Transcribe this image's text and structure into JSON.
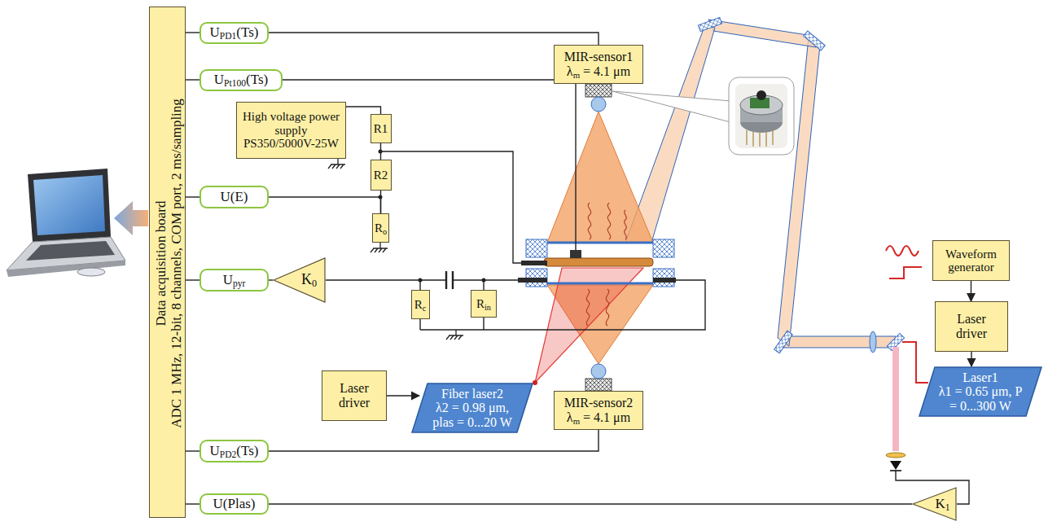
{
  "diagram": {
    "nodes": [
      {
        "text": [
          "Data acquisition board",
          "ADC 1 MHz, 12-bit, 8 channels, COM port, 2 ms/sampling"
        ]
      },
      {
        "text": [
          "UPD1(Ts)"
        ]
      },
      {
        "text": [
          "MIR-sensor1",
          "λm = 4.1 μm"
        ]
      },
      {
        "text": [
          "UPt100(Ts)"
        ]
      },
      {
        "text": [
          "High voltage power supply PS350/5000V-25W"
        ]
      },
      {
        "text": [
          "R1"
        ]
      },
      {
        "text": [
          "R2"
        ]
      },
      {
        "text": [
          "U(E)"
        ]
      },
      {
        "text": [
          "Ro"
        ]
      },
      {
        "text": [
          "Waveform generator"
        ]
      },
      {
        "text": [
          "Upyr"
        ]
      },
      {
        "text": [
          "K0"
        ]
      },
      {
        "text": [
          "Rc"
        ]
      },
      {
        "text": [
          "Rin"
        ]
      },
      {
        "text": [
          "Laser driver"
        ]
      },
      {
        "text": [
          "Laser driver"
        ]
      },
      {
        "text": [
          "Fiber laser2",
          "λ2 = 0.98 μm, plas = 0...20 W"
        ]
      },
      {
        "text": [
          "Laser1",
          "λ1 = 0.65 μm, P = 0...300 W"
        ]
      },
      {
        "text": [
          "MIR-sensor2",
          "λm = 4.1 μm"
        ]
      },
      {
        "text": [
          "UPD2(Ts)"
        ]
      },
      {
        "text": [
          "U(Plas)"
        ]
      },
      {
        "text": [
          "K1"
        ]
      }
    ],
    "edges": [
      {
        "from": 2,
        "to": 1,
        "arrow": "none"
      },
      {
        "from": 1,
        "to": 0,
        "arrow": "none"
      },
      {
        "from": 3,
        "to": 0,
        "arrow": "none"
      },
      {
        "from": 7,
        "to": 0,
        "arrow": "none"
      },
      {
        "from": 10,
        "to": 0,
        "arrow": "none"
      },
      {
        "from": 19,
        "to": 0,
        "arrow": "none"
      },
      {
        "from": 20,
        "to": 0,
        "arrow": "none"
      },
      {
        "from": 4,
        "to": 5,
        "arrow": "none"
      },
      {
        "from": 5,
        "to": 6,
        "arrow": "none"
      },
      {
        "from": 6,
        "to": 8,
        "arrow": "none"
      },
      {
        "from": 7,
        "to": 8,
        "arrow": "none"
      },
      {
        "from": 11,
        "to": 10,
        "arrow": "none"
      },
      {
        "from": 11,
        "to": 12,
        "arrow": "none"
      },
      {
        "from": 14,
        "to": 16,
        "arrow": "to"
      },
      {
        "from": 18,
        "to": 19,
        "arrow": "none"
      },
      {
        "from": 21,
        "to": 20,
        "arrow": "none"
      },
      {
        "from": 9,
        "to": 15,
        "arrow": "to"
      },
      {
        "from": 15,
        "to": 17,
        "arrow": "to"
      }
    ]
  }
}
